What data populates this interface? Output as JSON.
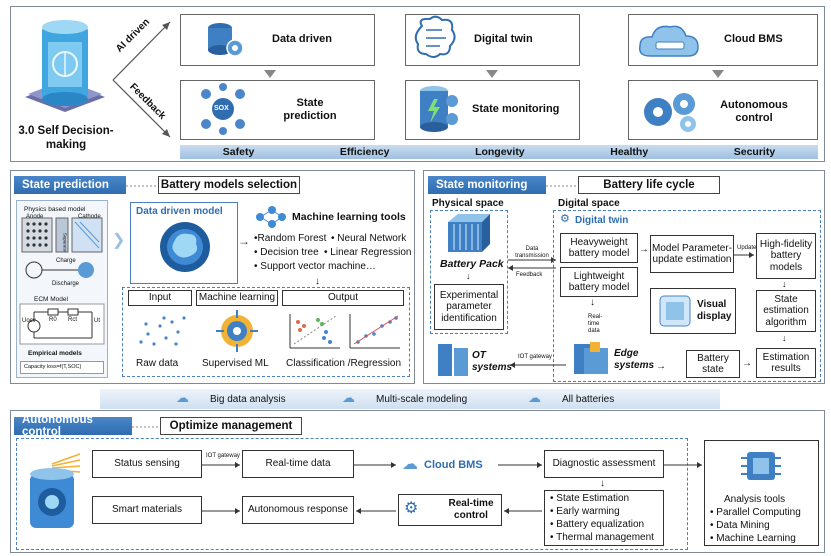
{
  "top": {
    "center_title": "3.0 Self Decision-making",
    "ai_driven": "AI driven",
    "feedback": "Feedback",
    "items": [
      {
        "label": "Data driven"
      },
      {
        "label": "State prediction"
      },
      {
        "label": "Digital twin"
      },
      {
        "label": "State monitoring"
      },
      {
        "label": "Cloud BMS"
      },
      {
        "label": "Autonomous control"
      }
    ],
    "sox": "SOX",
    "bar": [
      "Safety",
      "Efficiency",
      "Longevity",
      "Healthy",
      "Security"
    ]
  },
  "prediction": {
    "tab": "State prediction",
    "title": "Battery models selection",
    "physics_model": "Physics based model",
    "anode": "Anode",
    "cathode": "Cathode",
    "separator": "Separator",
    "charge": "Charge",
    "discharge": "Discharge",
    "ecm_model": "ECM Model",
    "uocv": "Uocv",
    "r0": "R0",
    "rct": "Rct",
    "ut": "Ut",
    "empirical": "Empirical models",
    "capacity": "Capacity loss=f(T,SOC)",
    "data_driven_model": "Data driven model",
    "ml_tools": "Machine learning tools",
    "ml_items": [
      "•Random Forest",
      "• Neural Network",
      "• Decision tree",
      "• Linear Regression",
      "• Support vector machine…"
    ],
    "input": "Input",
    "machine_learning": "Machine learning",
    "output": "Output",
    "raw_data": "Raw data",
    "supervised": "Supervised ML",
    "classification": "Classification /Regression"
  },
  "monitoring": {
    "tab": "State monitoring",
    "title": "Battery life cycle",
    "physical_space": "Physical space",
    "digital_space": "Digital space",
    "digital_twin": "Digital twin",
    "battery_pack": "Battery Pack",
    "exp_param": "Experimental parameter identification",
    "data_transmission": "Data transmission",
    "feedback": "Feedback",
    "heavyweight": "Heavyweight battery model",
    "lightweight": "Lightweight battery model",
    "model_param": "Model Parameter-update estimation",
    "update": "Update",
    "high_fidelity": "High-fidelity battery models",
    "state_est": "State estimation algorithm",
    "visual": "Visual display",
    "real_time_data": "Real-time data",
    "ot": "OT systems",
    "iot_gateway": "IOT gateway",
    "edge": "Edge systems",
    "battery_state": "Battery state",
    "est_results": "Estimation results"
  },
  "middle_bar": [
    "Big data analysis",
    "Multi-scale modeling",
    "All batteries"
  ],
  "control": {
    "tab": "Autonomous control",
    "title": "Optimize management",
    "status_sensing": "Status sensing",
    "iot_gateway": "IOT gateway",
    "real_time_data": "Real-time data",
    "cloud_bms": "Cloud BMS",
    "diagnostic": "Diagnostic assessment",
    "smart_materials": "Smart materials",
    "autonomous_response": "Autonomous response",
    "real_time_control": "Real-time control",
    "bullets": [
      "• State Estimation",
      "• Early warming",
      "• Battery equalization",
      "• Thermal management"
    ],
    "analysis_tools": "Analysis tools",
    "analysis_items": [
      "• Parallel Computing",
      "• Data Mining",
      "• Machine Learning"
    ]
  },
  "colors": {
    "accent": "#2f6db0",
    "bar": "#b7d1ea",
    "dashed": "#4a7fc1"
  }
}
